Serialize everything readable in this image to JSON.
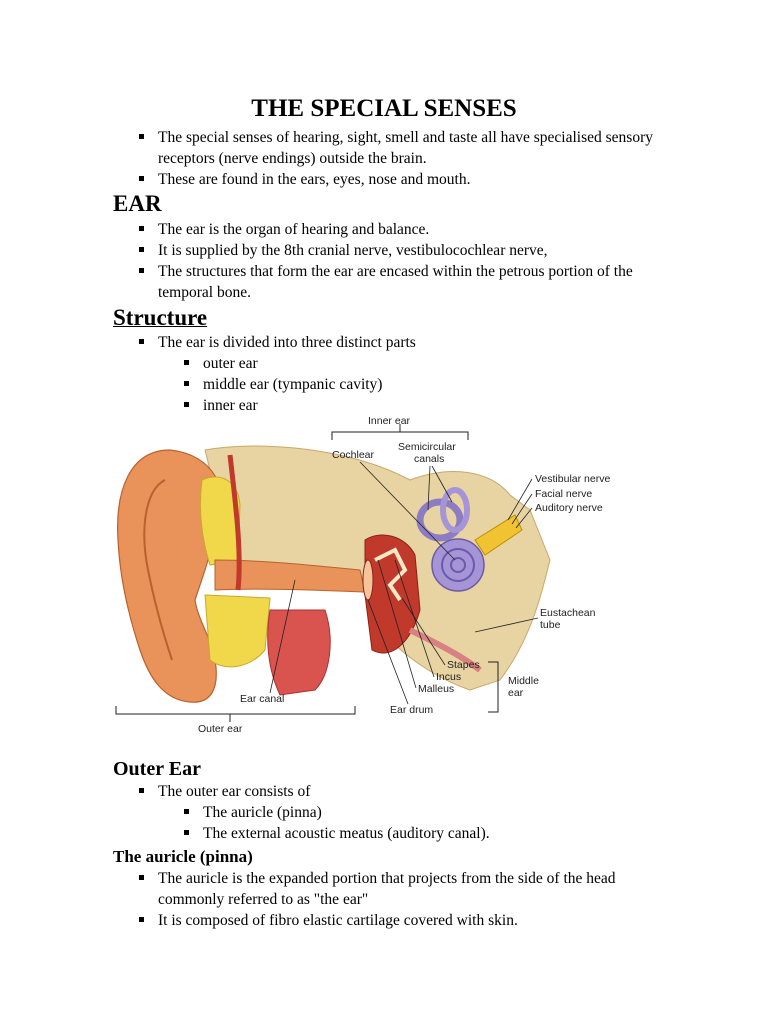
{
  "title": "THE SPECIAL SENSES",
  "intro": [
    "The special senses of hearing, sight, smell and taste all have specialised sensory receptors (nerve endings) outside the brain.",
    "These are found in the ears, eyes, nose and mouth."
  ],
  "ear": {
    "heading": "EAR",
    "bullets": [
      "The ear is the organ of hearing and balance.",
      "It is supplied by the 8th cranial nerve, vestibulocochlear nerve,",
      "The structures that form the ear are encased within the petrous portion of the temporal bone."
    ]
  },
  "structure": {
    "heading": "Structure",
    "bullet": "The ear is divided into three distinct parts",
    "parts": [
      "outer ear",
      "middle ear (tympanic cavity)",
      "inner ear"
    ]
  },
  "figure": {
    "labels": {
      "inner_ear": "Inner ear",
      "cochlear": "Cochlear",
      "semicircular_1": "Semicircular",
      "semicircular_2": "canals",
      "vestibular_nerve": "Vestibular nerve",
      "facial_nerve": "Facial nerve",
      "auditory_nerve": "Auditory nerve",
      "eustachean_1": "Eustachean",
      "eustachean_2": "tube",
      "stapes": "Stapes",
      "incus": "Incus",
      "malleus": "Malleus",
      "middle_1": "Middle",
      "middle_2": "ear",
      "ear_drum": "Ear drum",
      "ear_canal": "Ear canal",
      "outer_ear": "Outer ear"
    }
  },
  "outer_ear": {
    "heading": "Outer Ear",
    "bullet": "The outer ear consists of",
    "parts": [
      "The auricle (pinna)",
      "The external acoustic meatus (auditory canal)."
    ]
  },
  "auricle": {
    "heading": "The auricle (pinna)",
    "bullets": [
      "The auricle is the expanded portion that projects from the side of the head commonly referred to as \"the ear\"",
      "It is composed of fibro elastic cartilage covered with skin."
    ]
  }
}
